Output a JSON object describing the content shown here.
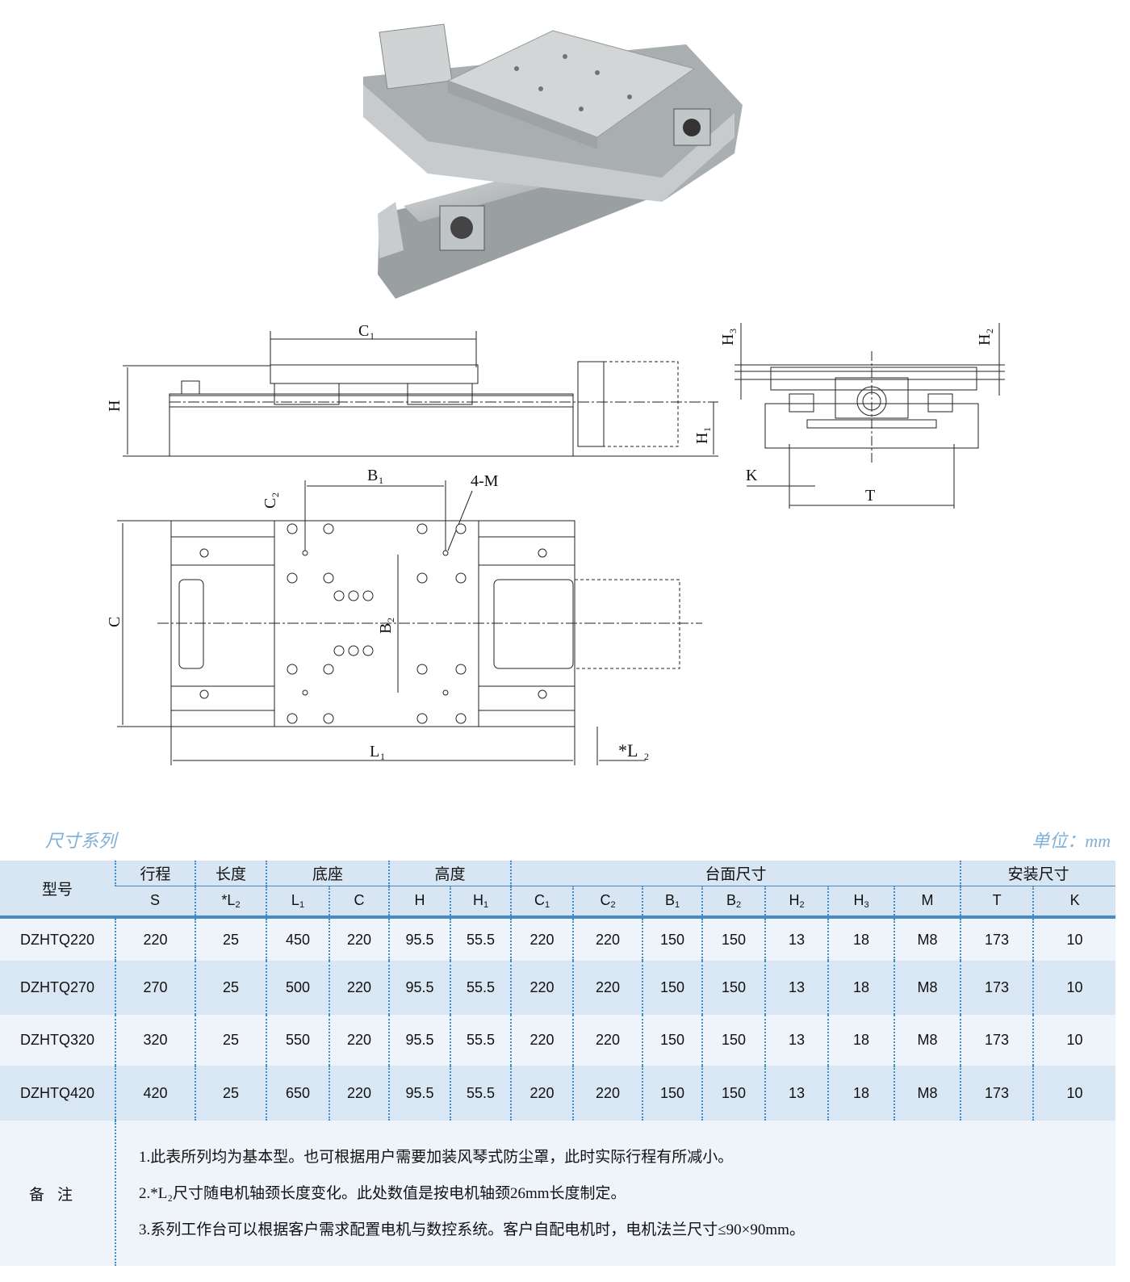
{
  "drawing_labels": {
    "C1": {
      "main": "C",
      "sub": "1"
    },
    "H": {
      "main": "H",
      "sub": ""
    },
    "H1": {
      "main": "H",
      "sub": "1"
    },
    "H2": {
      "main": "H",
      "sub": "2"
    },
    "H3": {
      "main": "H",
      "sub": "3"
    },
    "K": {
      "main": "K",
      "sub": ""
    },
    "T": {
      "main": "T",
      "sub": ""
    },
    "B1": {
      "main": "B",
      "sub": "1"
    },
    "B2": {
      "main": "B",
      "sub": "2"
    },
    "C2": {
      "main": "C",
      "sub": "2"
    },
    "M": {
      "main": "4-M",
      "sub": ""
    },
    "C": {
      "main": "C",
      "sub": ""
    },
    "L1": {
      "main": "L",
      "sub": "1"
    },
    "L2": {
      "main": "*L",
      "sub": "2"
    }
  },
  "section_title": "尺寸系列",
  "unit": "单位：mm",
  "table": {
    "model_header": "型号",
    "groups": [
      {
        "label": "行程",
        "span": 1
      },
      {
        "label": "长度",
        "span": 1
      },
      {
        "label": "底座",
        "span": 2
      },
      {
        "label": "高度",
        "span": 2
      },
      {
        "label": "台面尺寸",
        "span": 7
      },
      {
        "label": "安装尺寸",
        "span": 2
      }
    ],
    "columns": [
      {
        "main": "S",
        "sub": ""
      },
      {
        "main": "*L",
        "sub": "2"
      },
      {
        "main": "L",
        "sub": "1"
      },
      {
        "main": "C",
        "sub": ""
      },
      {
        "main": "H",
        "sub": ""
      },
      {
        "main": "H",
        "sub": "1"
      },
      {
        "main": "C",
        "sub": "1"
      },
      {
        "main": "C",
        "sub": "2"
      },
      {
        "main": "B",
        "sub": "1"
      },
      {
        "main": "B",
        "sub": "2"
      },
      {
        "main": "H",
        "sub": "2"
      },
      {
        "main": "H",
        "sub": "3"
      },
      {
        "main": "M",
        "sub": ""
      },
      {
        "main": "T",
        "sub": ""
      },
      {
        "main": "K",
        "sub": ""
      }
    ],
    "rows": [
      [
        "DZHTQ220",
        "220",
        "25",
        "450",
        "220",
        "95.5",
        "55.5",
        "220",
        "220",
        "150",
        "150",
        "13",
        "18",
        "M8",
        "173",
        "10"
      ],
      [
        "DZHTQ270",
        "270",
        "25",
        "500",
        "220",
        "95.5",
        "55.5",
        "220",
        "220",
        "150",
        "150",
        "13",
        "18",
        "M8",
        "173",
        "10"
      ],
      [
        "DZHTQ320",
        "320",
        "25",
        "550",
        "220",
        "95.5",
        "55.5",
        "220",
        "220",
        "150",
        "150",
        "13",
        "18",
        "M8",
        "173",
        "10"
      ],
      [
        "DZHTQ420",
        "420",
        "25",
        "650",
        "220",
        "95.5",
        "55.5",
        "220",
        "220",
        "150",
        "150",
        "13",
        "18",
        "M8",
        "173",
        "10"
      ]
    ],
    "notes_label": "备注",
    "notes": [
      "1.此表所列均为基本型。也可根据用户需要加装风琴式防尘罩，此时实际行程有所减小。",
      "2.*L₂尺寸随电机轴颈长度变化。此处数值是按电机轴颈26mm长度制定。",
      "3.系列工作台可以根据客户需求配置电机与数控系统。客户自配电机时，电机法兰尺寸≤90×90mm。"
    ]
  }
}
